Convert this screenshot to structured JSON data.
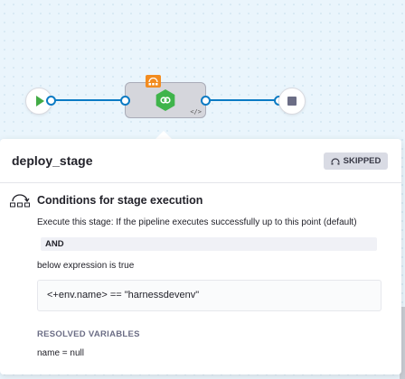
{
  "pipeline": {
    "start_icon": "play-icon",
    "end_icon": "stop-icon",
    "stage_icon": "deploy-stage-icon",
    "stage_badge_icon": "conditional-execution-icon",
    "stage_code_glyph": "</>",
    "colors": {
      "link": "#0b7bc4",
      "start": "#42ab45",
      "stage": "#3fb44b",
      "badge": "#f28c20"
    }
  },
  "panel": {
    "stage_name": "deploy_stage",
    "status": "SKIPPED",
    "status_icon": "skipped-icon",
    "conditions_icon": "conditional-execution-icon",
    "conditions_title": "Conditions for stage execution",
    "execute_text": "Execute this stage: If the pipeline executes successfully up to this point (default)",
    "and_label": "AND",
    "expression_intro": "below expression is true",
    "expression": "<+env.name> == \"harnessdevenv\"",
    "resolved_label": "RESOLVED VARIABLES",
    "resolved_variable": "name = null"
  }
}
